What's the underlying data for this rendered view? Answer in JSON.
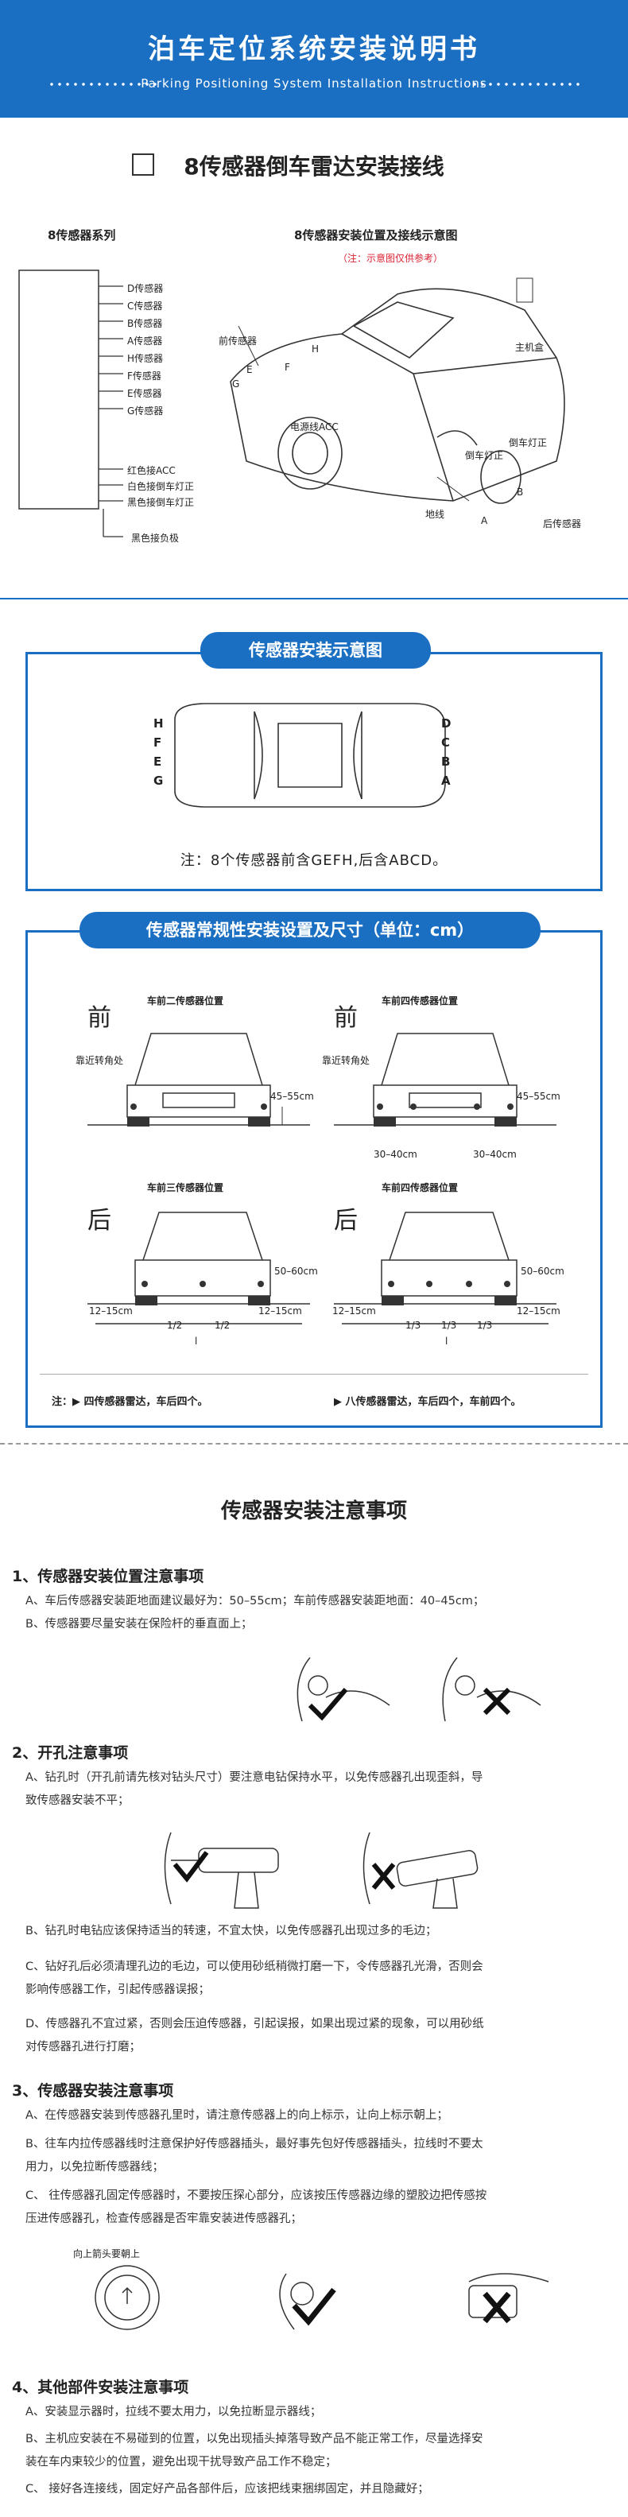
{
  "header": {
    "title": "泊车定位系统安装说明书",
    "subtitle": "Parking Positioning System Installation Instructions"
  },
  "wiring": {
    "title": "8传感器倒车雷达安装接线",
    "left_heading": "8传感器系列",
    "right_heading": "8传感器安装位置及接线示意图",
    "right_note": "（注：示意图仅供参考）",
    "sensor_lines": [
      "D传感器",
      "C传感器",
      "B传感器",
      "A传感器",
      "H传感器",
      "F传感器",
      "E传感器",
      "G传感器"
    ],
    "power_lines": [
      "红色接ACC",
      "白色接倒车灯正",
      "黑色接倒车灯正"
    ],
    "ground_line": "黑色接负极",
    "car_labels": {
      "front_sensor": "前传感器",
      "h": "H",
      "f": "F",
      "e": "E",
      "g": "G",
      "acc": "电源线ACC",
      "host": "主机盒",
      "reverse_light": "倒车灯正",
      "reverse_light2": "倒车灯正",
      "ground": "地线",
      "a": "A",
      "b": "B",
      "rear_sensor": "后传感器"
    }
  },
  "diagram": {
    "pill": "传感器安装示意图",
    "left_letters": [
      "H",
      "F",
      "E",
      "G"
    ],
    "right_letters": [
      "D",
      "C",
      "B",
      "A"
    ],
    "note": "注：8个传感器前含GEFH,后含ABCD。"
  },
  "install": {
    "pill": "传感器常规性安装设置及尺寸（单位：cm）",
    "panels": [
      {
        "side": "前",
        "caption": "车前二传感器位置",
        "edge": "靠近转角处",
        "height": "45–55cm",
        "spacing": []
      },
      {
        "side": "前",
        "caption": "车前四传感器位置",
        "edge": "靠近转角处",
        "height": "45–55cm",
        "spacing": [
          "30–40cm",
          "30–40cm"
        ]
      },
      {
        "side": "后",
        "caption": "车前三传感器位置",
        "height": "50–60cm",
        "spacing": [
          "12–15cm",
          "1/2",
          "1/2",
          "12–15cm",
          "l"
        ]
      },
      {
        "side": "后",
        "caption": "车前四传感器位置",
        "height": "50–60cm",
        "spacing": [
          "12–15cm",
          "1/3",
          "1/3",
          "1/3",
          "12–15cm",
          "l"
        ]
      }
    ],
    "footer_left": "注：▶ 四传感器雷达，车后四个。",
    "footer_right": "▶ 八传感器雷达，车后四个，车前四个。"
  },
  "notes": {
    "title": "传感器安装注意事项",
    "s1": {
      "heading": "1、传感器安装位置注意事项",
      "a": "A、车后传感器安装距地面建议最好为：50–55cm；车前传感器安装距地面：40–45cm；",
      "b": "B、传感器要尽量安装在保险杆的垂直面上；"
    },
    "s2": {
      "heading": "2、开孔注意事项",
      "a1": "A、钻孔时（开孔前请先核对钻头尺寸）要注意电钻保持水平，以免传感器孔出现歪斜，导",
      "a2": "致传感器安装不平；",
      "b": "B、钻孔时电钻应该保持适当的转速，不宜太快，以免传感器孔出现过多的毛边；",
      "c1": "C、钻好孔后必须清理孔边的毛边，可以使用砂纸稍微打磨一下，令传感器孔光滑，否则会",
      "c2": "影响传感器工作，引起传感器误报；",
      "d1": "D、传感器孔不宜过紧，否则会压迫传感器，引起误报，如果出现过紧的现象，可以用砂纸",
      "d2": "对传感器孔进行打磨；"
    },
    "s3": {
      "heading": "3、传感器安装注意事项",
      "a": "A、在传感器安装到传感器孔里时，请注意传感器上的向上标示，让向上标示朝上；",
      "b1": "B、往车内拉传感器线时注意保护好传感器插头，最好事先包好传感器插头，拉线时不要太",
      "b2": "用力，以免拉断传感器线；",
      "c1": "C、 往传感器孔固定传感器时，不要按压探心部分，应该按压传感器边缘的塑胶边把传感按",
      "c2": "压进传感器孔，检查传感器是否牢靠安装进传感器孔；",
      "up_label": "向上箭头要朝上"
    },
    "s4": {
      "heading": "4、其他部件安装注意事项",
      "a": "A、安装显示器时，拉线不要太用力，以免拉断显示器线；",
      "b1": "B、主机应安装在不易碰到的位置，以免出现插头掉落导致产品不能正常工作，尽量选择安",
      "b2": "装在车内束较少的位置，避免出现干扰导致产品工作不稳定；",
      "c": "C、 接好各连接线，固定好产品各部件后，应该把线束捆绑固定，并且隐藏好；"
    }
  },
  "colors": {
    "brand": "#1b6fc2",
    "warning": "#dd2233"
  }
}
